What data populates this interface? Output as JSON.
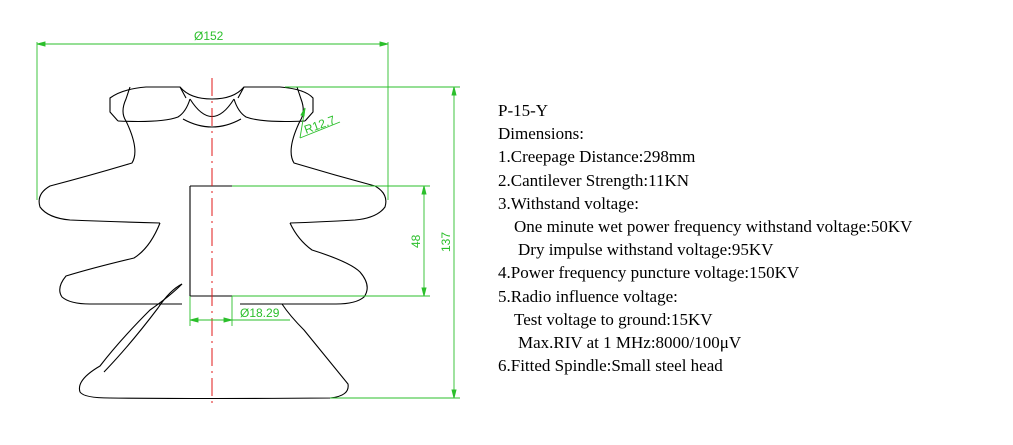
{
  "drawing": {
    "dimensions": {
      "overall_diameter": "Ø152",
      "top_radius": "R12.7",
      "spindle_hole_depth": "48",
      "height": "137",
      "spindle_hole_diameter": "Ø18.29"
    },
    "colors": {
      "outline": "#000000",
      "dimension": "#2bbf2b",
      "centerline": "#e01818"
    }
  },
  "spec": {
    "model": "P-15-Y",
    "heading": "Dimensions:",
    "lines": [
      "1.Creepage Distance:298mm",
      "2.Cantilever Strength:11KN",
      "3.Withstand voltage:",
      "One minute wet power frequency withstand voltage:50KV",
      "Dry impulse withstand voltage:95KV",
      "4.Power frequency puncture voltage:150KV",
      "5.Radio influence voltage:",
      "Test voltage to ground:15KV",
      "Max.RIV at 1 MHz:8000/100μV",
      "6.Fitted Spindle:Small steel head"
    ]
  }
}
